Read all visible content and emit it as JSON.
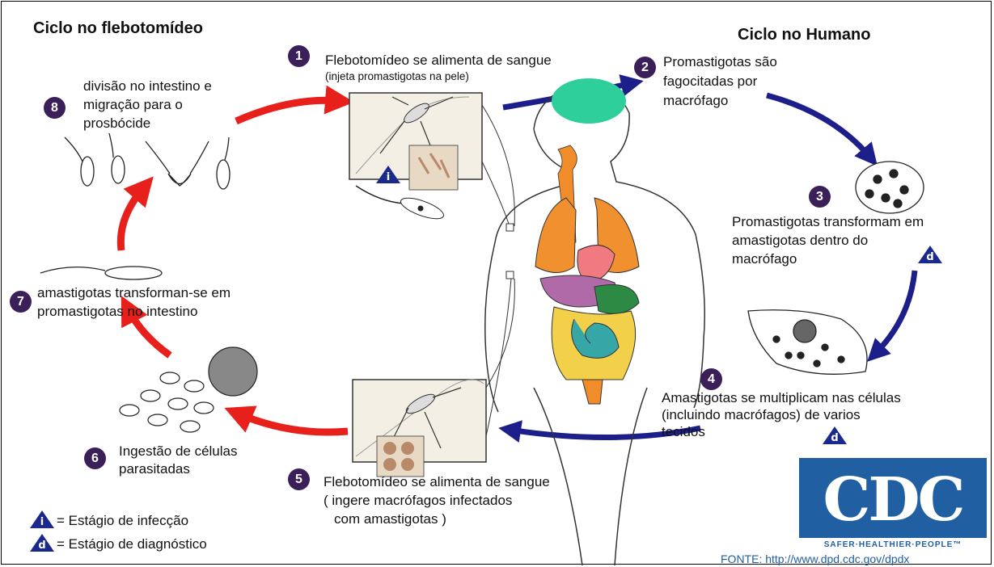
{
  "titles": {
    "left": "Ciclo no flebotomídeo",
    "right": "Ciclo no Humano"
  },
  "steps": [
    {
      "number": "1",
      "lines": [
        "Flebotomídeo se alimenta de sangue",
        "(injeta promastigotas na pele)"
      ]
    },
    {
      "number": "2",
      "lines": [
        "Promastigotas são",
        "fagocitadas por",
        "macrófago"
      ]
    },
    {
      "number": "3",
      "lines": [
        "Promastigotas transformam em",
        "amastigotas dentro do",
        "macrófago"
      ]
    },
    {
      "number": "4",
      "lines": [
        "Amastigotas se multiplicam nas células",
        "(incluindo macrófagos) de varios",
        "tecidos"
      ]
    },
    {
      "number": "5",
      "lines": [
        "Flebotomídeo se alimenta de sangue",
        "( ingere macrófagos infectados",
        "com amastigotas )"
      ]
    },
    {
      "number": "6",
      "lines": [
        "Ingestão de células",
        "parasitadas"
      ]
    },
    {
      "number": "7",
      "lines": [
        "amastigotas transforman-se em",
        "promastigotas no intestino"
      ]
    },
    {
      "number": "8",
      "lines": [
        "divisão no intestino e",
        "migração para o",
        "prosbócide"
      ]
    }
  ],
  "badges": {
    "infection_letter": "i",
    "diagnostic_letter": "d"
  },
  "legend": {
    "infection": "=  Estágio de infecção",
    "diagnostic": "= Estágio de diagnóstico"
  },
  "logo": {
    "text": "CDC",
    "tagline": "SAFER·HEALTHIER·PEOPLE™"
  },
  "source": "FONTE: http://www.dpd.cdc.gov/dpdx",
  "colors": {
    "sandfly_cycle_arrow": "#e8201c",
    "human_cycle_arrow": "#1c1f8a",
    "step_number_bg": "#3a1f58",
    "badge": "#1a2a8c",
    "logo": "#1f5fa2"
  }
}
